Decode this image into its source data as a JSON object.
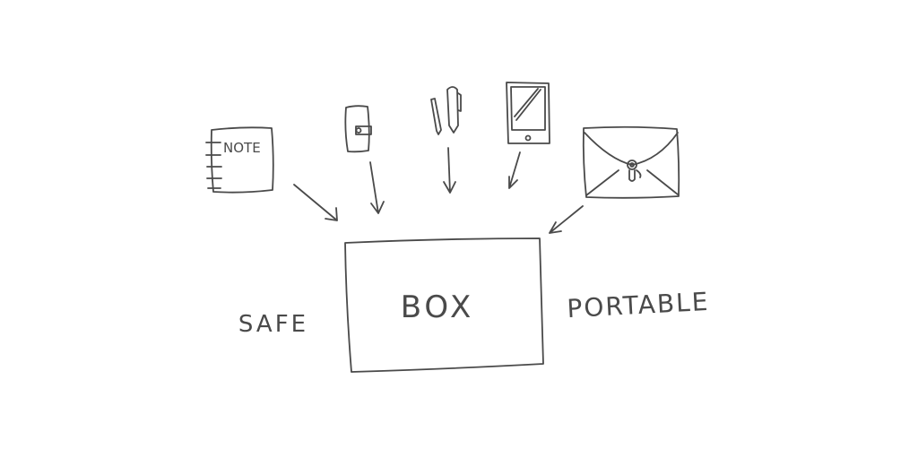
{
  "labels": {
    "notebook": "NOTE",
    "box": "BOX",
    "left": "SAFE",
    "right": "PORTABLE"
  },
  "items": [
    {
      "icon": "notebook-icon"
    },
    {
      "icon": "planner-icon"
    },
    {
      "icon": "pen-pencil-icon"
    },
    {
      "icon": "tablet-icon"
    },
    {
      "icon": "envelope-icon"
    }
  ],
  "colors": {
    "ink": "#4a4a4a",
    "background": "#ffffff"
  }
}
